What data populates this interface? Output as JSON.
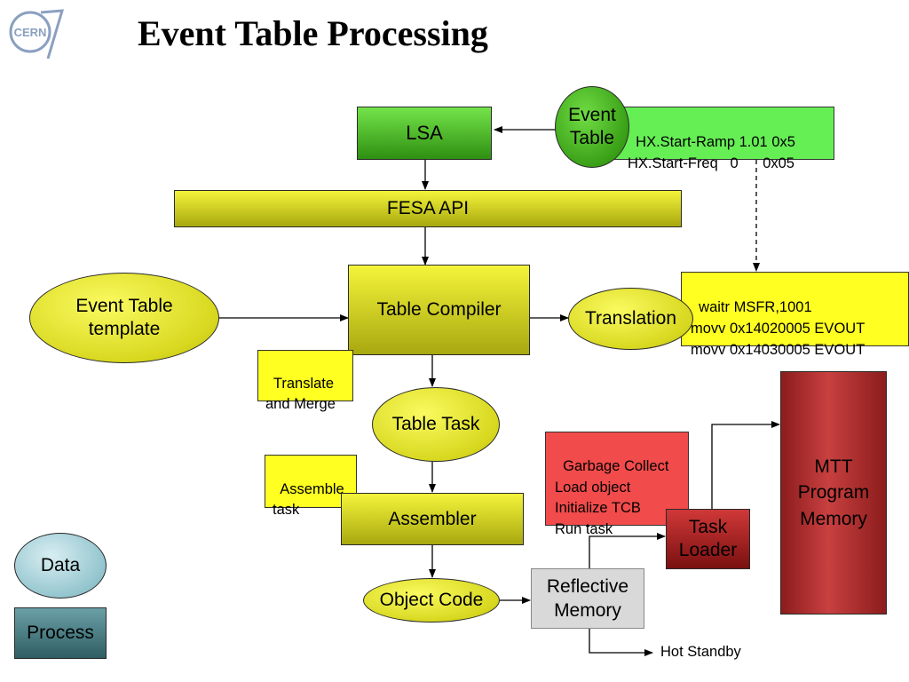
{
  "title": "Event Table Processing",
  "logo": {
    "text": "CERN"
  },
  "nodes": {
    "lsa": "LSA",
    "fesa_api": "FESA API",
    "event_table": "Event\nTable",
    "event_table_template": "Event Table\ntemplate",
    "table_compiler": "Table Compiler",
    "translation": "Translation",
    "table_task": "Table Task",
    "assembler": "Assembler",
    "object_code": "Object Code",
    "reflective_memory": "Reflective\nMemory",
    "task_loader": "Task\nLoader",
    "mtt_memory": "MTT\nProgram\nMemory",
    "hot_standby": "Hot Standby"
  },
  "notes": {
    "event_table_lines": "HX.Start-Ramp 1.01 0x5\nHX.Start-Freq   0      0x05",
    "translation_lines": "waitr MSFR,1001\nmovv 0x14020005 EVOUT\nmovv 0x14030005 EVOUT",
    "translate_merge": "Translate\nand Merge",
    "assemble_task": "Assemble\ntask",
    "loader_steps": "Garbage Collect\nLoad object\nInitialize TCB\nRun task"
  },
  "legend": {
    "data": "Data",
    "process": "Process"
  },
  "colors": {
    "green": "#3ec41a",
    "yellow": "#e6e61e",
    "red_note": "#f24b4b",
    "dark_red": "#a82020",
    "grey": "#d9d9d9",
    "teal_data": "#a9d4dc",
    "teal_process": "#4a7f86"
  }
}
